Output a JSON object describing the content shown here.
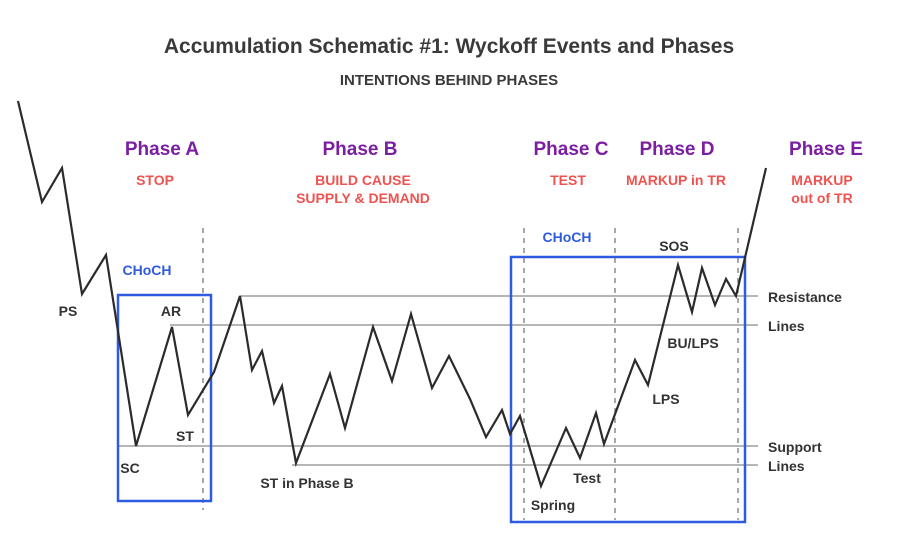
{
  "title": "Accumulation Schematic #1: Wyckoff Events and Phases",
  "subtitle": "INTENTIONS BEHIND PHASES",
  "colors": {
    "phase": "#7b1fa2",
    "intent": "#ef5350",
    "box": "#2f5be0",
    "price": "#2b2b2b",
    "line": "#9e9e9e",
    "divider": "#8a8a8a",
    "text": "#333333"
  },
  "phases": [
    {
      "name": "Phase A",
      "intent": [
        "STOP"
      ]
    },
    {
      "name": "Phase B",
      "intent": [
        "BUILD CAUSE",
        "SUPPLY & DEMAND"
      ]
    },
    {
      "name": "Phase C",
      "intent": [
        "TEST"
      ]
    },
    {
      "name": "Phase D",
      "intent": [
        "MARKUP in TR"
      ]
    },
    {
      "name": "Phase E",
      "intent": [
        "MARKUP",
        "out of TR"
      ]
    }
  ],
  "choch_labels": [
    "CHoCH",
    "CHoCH"
  ],
  "events": [
    "PS",
    "SC",
    "AR",
    "ST",
    "ST in Phase B",
    "Spring",
    "Test",
    "LPS",
    "BU/LPS",
    "SOS"
  ],
  "levels": {
    "resistance": [
      "Resistance",
      "Lines"
    ],
    "support": [
      "Support",
      "Lines"
    ]
  },
  "price_icon": "zigzag-price-line"
}
